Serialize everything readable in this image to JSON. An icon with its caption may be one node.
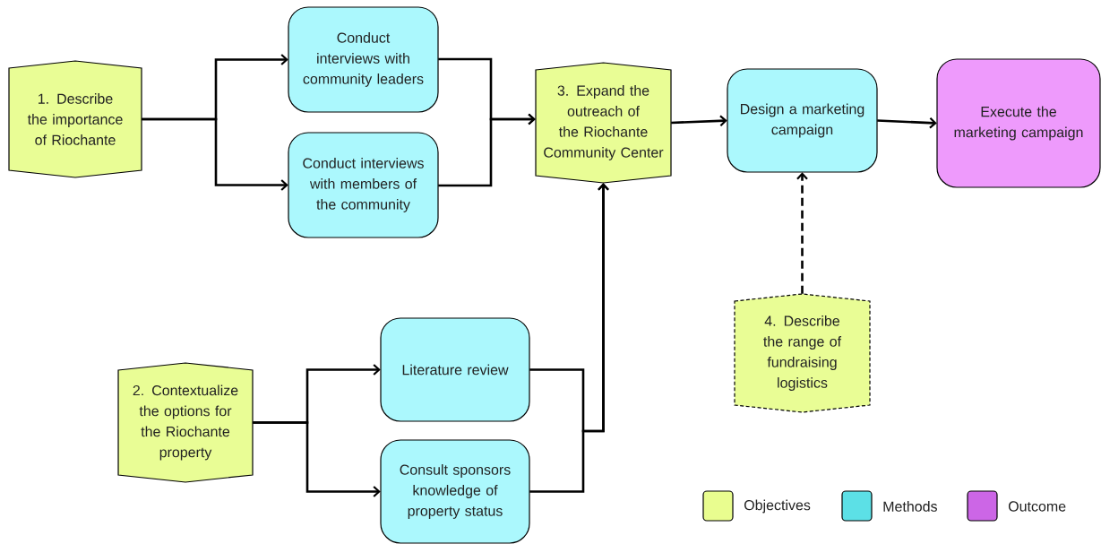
{
  "diagram": {
    "nodes": [
      {
        "text": [
          "1. Describe the importance of Riochante"
        ]
      },
      {
        "text": [
          "Conduct interviews with community leaders"
        ]
      },
      {
        "text": [
          "Conduct interviews with members of the community"
        ]
      },
      {
        "text": [
          "3. Expand the outreach of the Riochante Community Center"
        ]
      },
      {
        "text": [
          "Design a marketing campaign"
        ]
      },
      {
        "text": [
          "Execute the marketing campaign"
        ]
      },
      {
        "text": [
          "2. Contextualize the options for the Riochante property"
        ]
      },
      {
        "text": [
          "Literature review"
        ]
      },
      {
        "text": [
          "Consult sponsors knowledge of property status"
        ]
      },
      {
        "text": [
          "4. Describe the range of fundraising logistics"
        ]
      }
    ],
    "edges": [
      {
        "from": 0,
        "to": 1,
        "arrow": "to"
      },
      {
        "from": 0,
        "to": 2,
        "arrow": "to"
      },
      {
        "from": 1,
        "to": 3,
        "arrow": "to"
      },
      {
        "from": 2,
        "to": 3,
        "arrow": "to"
      },
      {
        "from": 3,
        "to": 4,
        "arrow": "to"
      },
      {
        "from": 4,
        "to": 5,
        "arrow": "to"
      },
      {
        "from": 6,
        "to": 7,
        "arrow": "to"
      },
      {
        "from": 6,
        "to": 8,
        "arrow": "to"
      },
      {
        "from": 7,
        "to": 3,
        "arrow": "to"
      },
      {
        "from": 8,
        "to": 3,
        "arrow": "to"
      },
      {
        "from": 9,
        "to": 4,
        "arrow": "to",
        "style": "dashed"
      }
    ],
    "legend": [
      {
        "text": "Objectives",
        "color": "#e9fd8f"
      },
      {
        "text": "Methods",
        "color": "#5ce0e6"
      },
      {
        "text": "Outcome",
        "color": "#cc66e6"
      }
    ]
  }
}
